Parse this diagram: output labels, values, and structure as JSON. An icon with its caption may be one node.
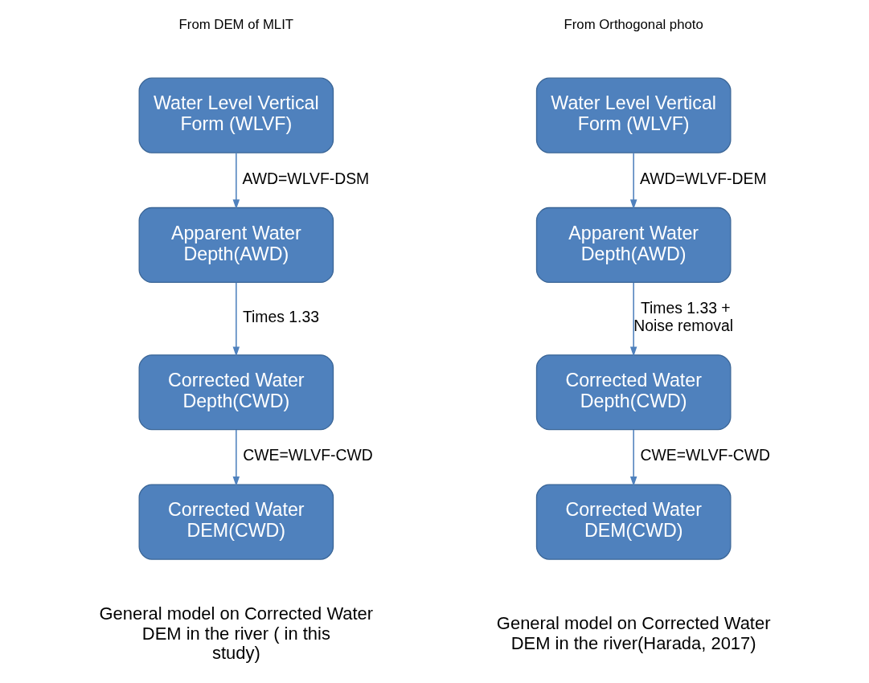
{
  "diagram": {
    "nodes": [
      {
        "text": [
          "Water Level Vertical Form (WLVF)"
        ],
        "beside": [
          "From DEM of MLIT"
        ]
      },
      {
        "text": [
          "Apparent Water Depth(AWD)"
        ]
      },
      {
        "text": [
          "Corrected Water Depth(CWD)"
        ]
      },
      {
        "text": [
          "Corrected Water DEM(CWD)"
        ]
      },
      {
        "text": [
          "Water Level Vertical Form (WLVF)"
        ],
        "beside": [
          "From Orthogonal photo"
        ]
      },
      {
        "text": [
          "Apparent Water Depth(AWD)"
        ]
      },
      {
        "text": [
          "Corrected Water Depth(CWD)"
        ]
      },
      {
        "text": [
          "Corrected Water DEM(CWD)"
        ]
      }
    ],
    "edges": [
      {
        "from": 0,
        "to": 1,
        "arrow": "to",
        "label": "AWD=WLVF-DSM"
      },
      {
        "from": 1,
        "to": 2,
        "arrow": "to",
        "label": "Times 1.33"
      },
      {
        "from": 2,
        "to": 3,
        "arrow": "to",
        "label": "CWE=WLVF-CWD"
      },
      {
        "from": 4,
        "to": 5,
        "arrow": "to",
        "label": "AWD=WLVF-DEM"
      },
      {
        "from": 5,
        "to": 6,
        "arrow": "to",
        "label": "Times 1.33 + Noise removal"
      },
      {
        "from": 6,
        "to": 7,
        "arrow": "to",
        "label": "CWE=WLVF-CWD"
      }
    ],
    "labels": [
      "General model on Corrected Water DEM in the river ( in this study)",
      "General model on Corrected Water DEM in the river(Harada, 2017)"
    ]
  }
}
